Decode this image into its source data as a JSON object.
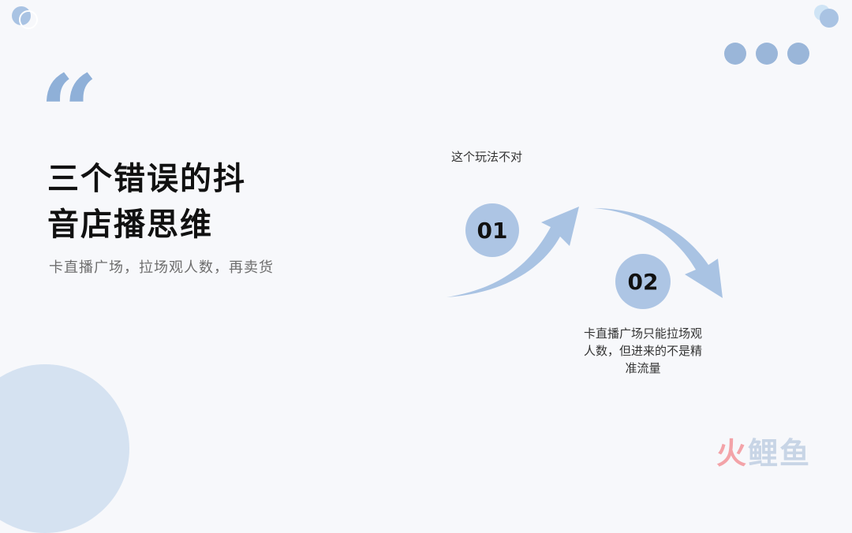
{
  "slide": {
    "quote_glyph": "“",
    "title_line1": "三个错误的抖",
    "title_line2": "音店播思维",
    "subtitle": "卡直播广场，拉场观人数，再卖货"
  },
  "flow": {
    "step1": {
      "number": "01",
      "caption": "这个玩法不对"
    },
    "step2": {
      "number": "02",
      "caption": "卡直播广场只能拉场观人数，但进来的不是精准流量"
    }
  },
  "watermark": {
    "part1": "火",
    "part2": "鲤鱼"
  },
  "colors": {
    "background": "#f7f8fb",
    "accent": "#9ab6d9",
    "accent_light": "#adc5e4",
    "title": "#111111",
    "watermark_red": "#f3a3a8"
  }
}
